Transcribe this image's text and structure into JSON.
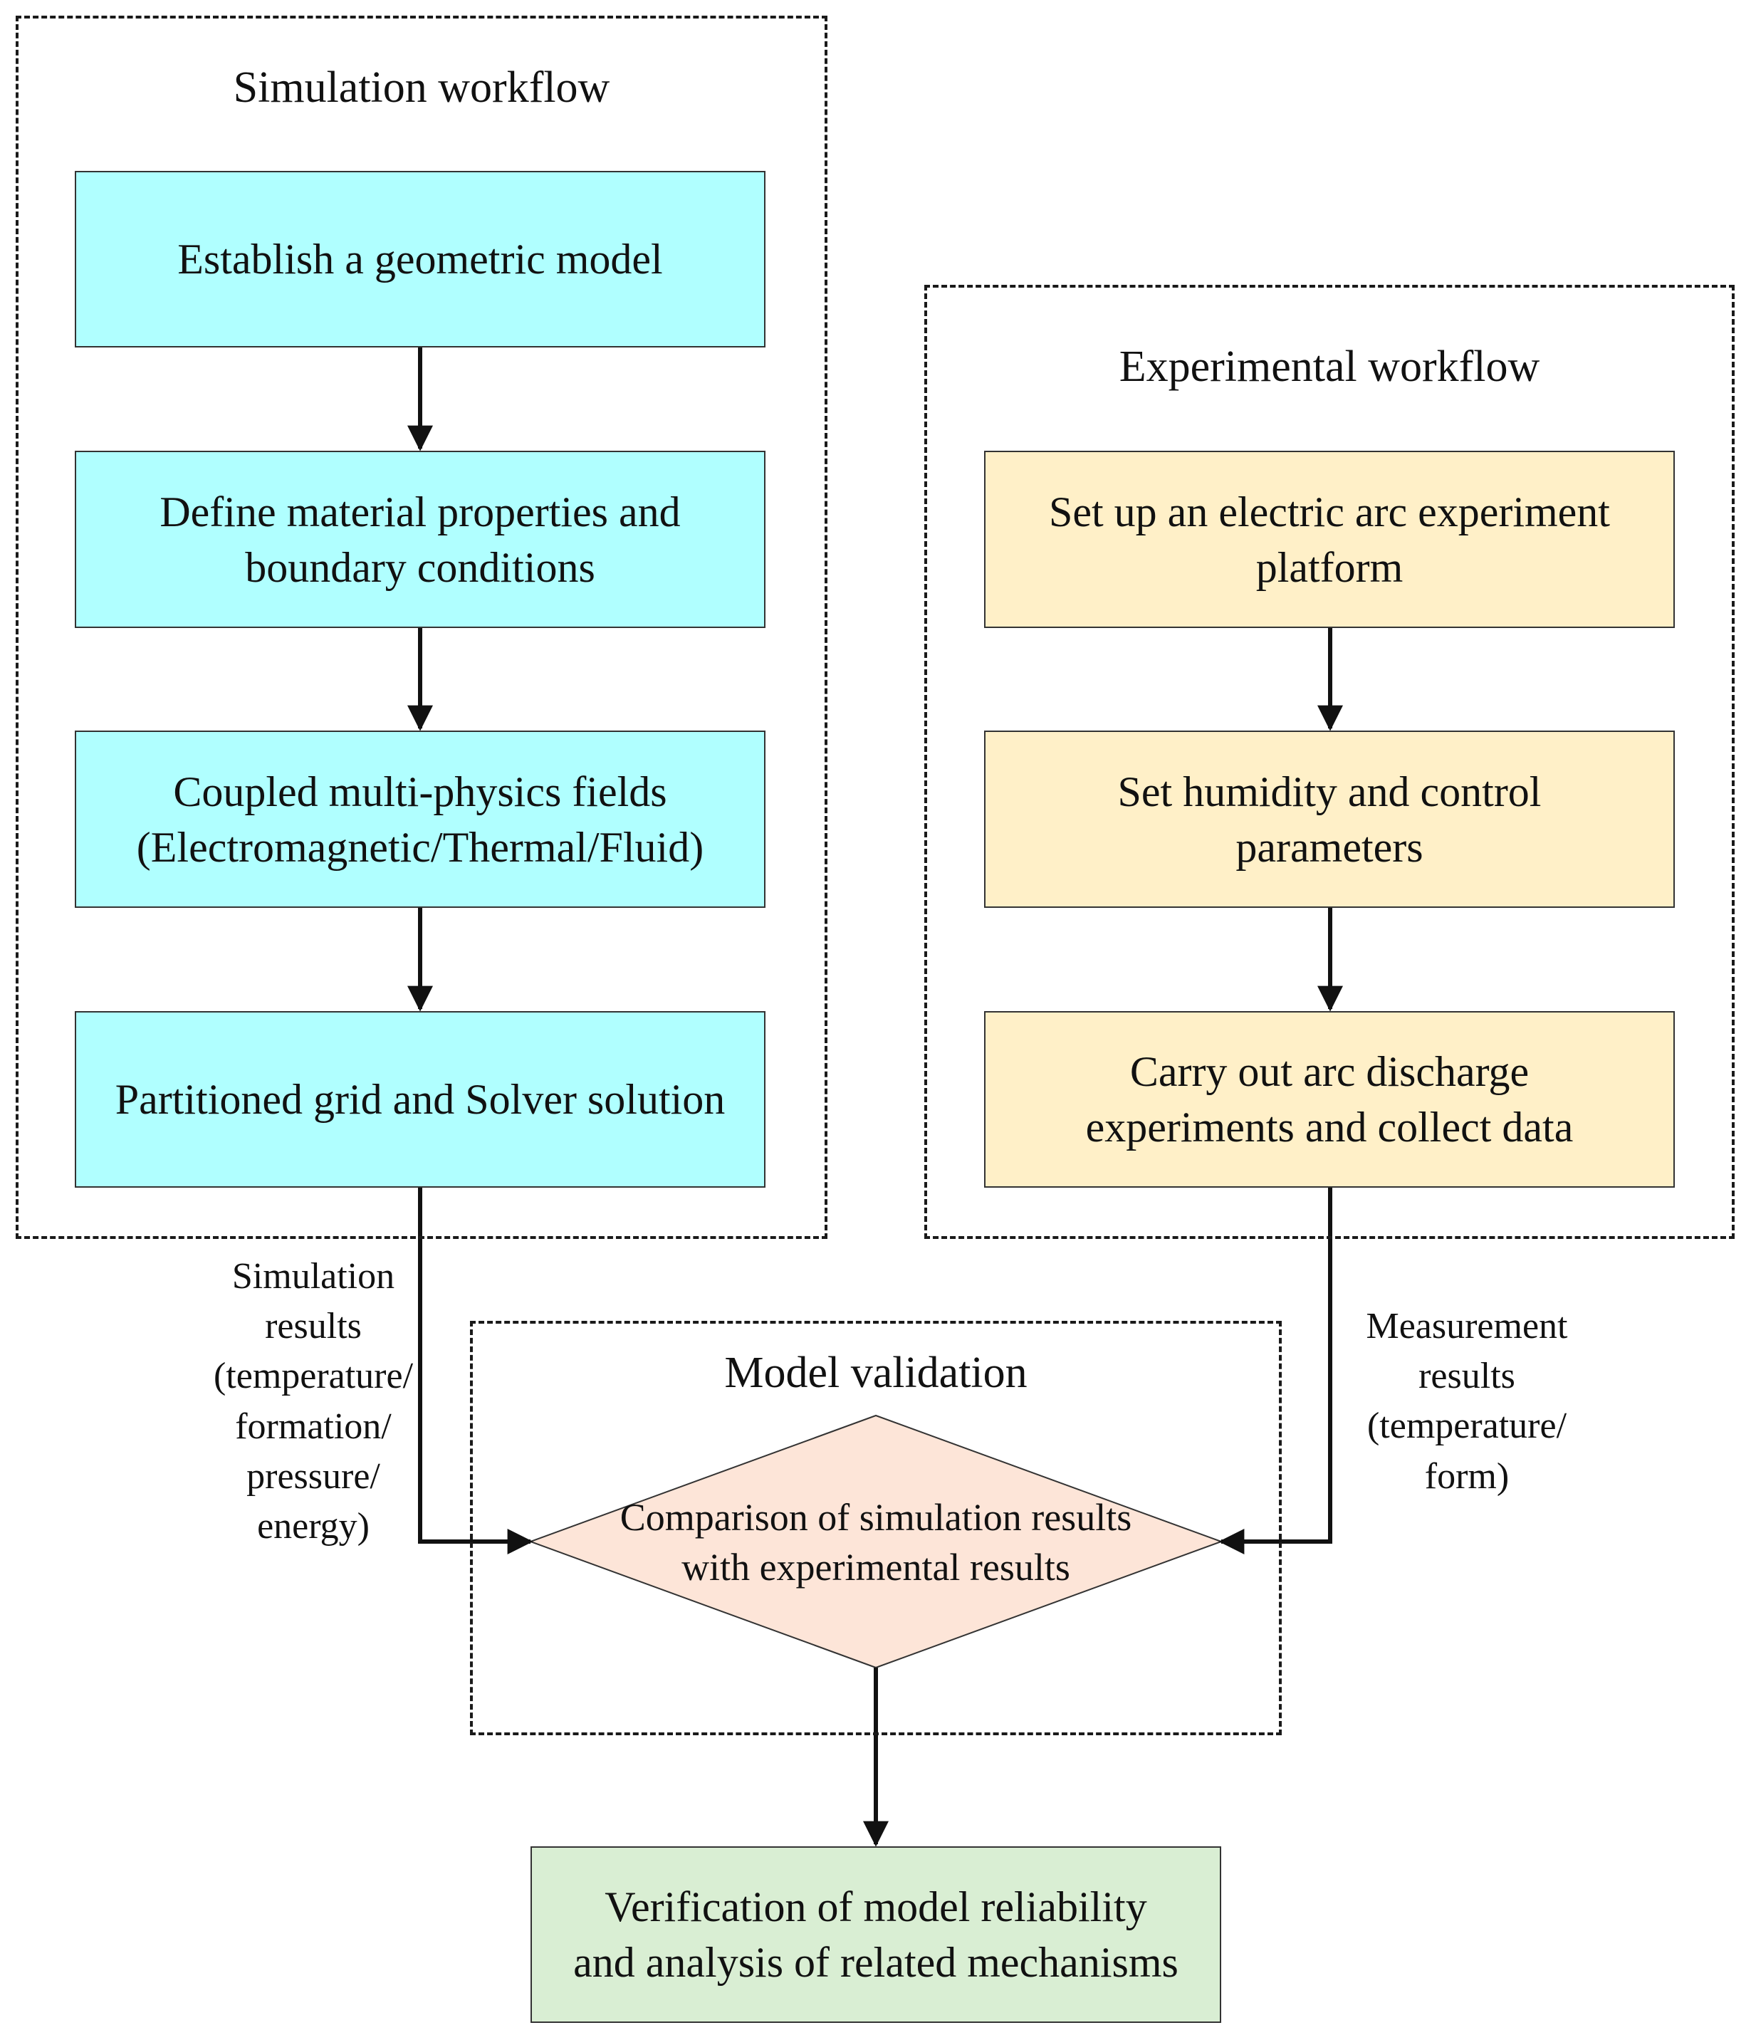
{
  "groups": {
    "simulation": {
      "title": "Simulation workflow"
    },
    "experimental": {
      "title": "Experimental workflow"
    },
    "validation": {
      "title": "Model validation"
    }
  },
  "simulation_steps": [
    {
      "lines": [
        "Establish a geometric model"
      ]
    },
    {
      "lines": [
        "Define material properties and",
        "boundary conditions"
      ]
    },
    {
      "lines": [
        "Coupled multi-physics fields",
        "(Electromagnetic/Thermal/Fluid)"
      ]
    },
    {
      "lines": [
        "Partitioned grid and Solver solution"
      ]
    }
  ],
  "experimental_steps": [
    {
      "lines": [
        "Set up an electric arc experiment",
        "platform"
      ]
    },
    {
      "lines": [
        "Set humidity and control",
        "parameters"
      ]
    },
    {
      "lines": [
        "Carry out arc discharge",
        "experiments and collect data"
      ]
    }
  ],
  "simulation_output_label": [
    "Simulation",
    "results",
    "(temperature/",
    "formation/",
    "pressure/",
    "energy)"
  ],
  "measurement_output_label": [
    "Measurement",
    "results",
    "(temperature/",
    "form)"
  ],
  "comparison": {
    "lines": [
      "Comparison of simulation results",
      "with experimental results"
    ]
  },
  "final": {
    "lines": [
      "Verification of model reliability",
      "and analysis of related mechanisms"
    ]
  },
  "colors": {
    "simulation_fill": "#b0ffff",
    "experimental_fill": "#fff0c8",
    "comparison_fill": "#fde5d8",
    "final_fill": "#d9eed3"
  }
}
